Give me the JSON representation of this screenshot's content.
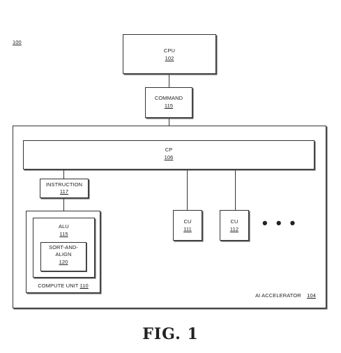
{
  "figure": {
    "ref_number": "100",
    "caption": "FIG. 1"
  },
  "cpu": {
    "name": "CPU",
    "ref": "102"
  },
  "command": {
    "name": "COMMAND",
    "ref": "115"
  },
  "accelerator": {
    "name": "AI ACCELERATOR",
    "ref": "104"
  },
  "cp": {
    "name": "CP",
    "ref": "106"
  },
  "instruction": {
    "name": "INSTRUCTION",
    "ref": "117"
  },
  "compute_unit": {
    "name": "COMPUTE UNIT",
    "ref": "110"
  },
  "alu": {
    "name": "ALU",
    "ref": "115"
  },
  "sort_align": {
    "line1": "SORT-AND-",
    "line2": "ALIGN",
    "ref": "120"
  },
  "cu_a": {
    "name": "CU",
    "ref": "111"
  },
  "cu_b": {
    "name": "CU",
    "ref": "112"
  },
  "ellipsis": "• • •"
}
